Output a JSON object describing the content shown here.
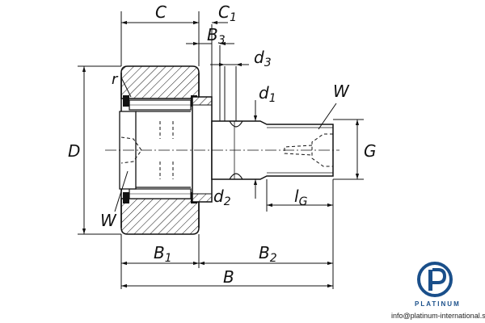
{
  "drawing": {
    "labels": {
      "C": "C",
      "C1": "C1",
      "B3": "B3",
      "d3": "d3",
      "d1": "d1",
      "r": "r",
      "W_top": "W",
      "W_bottom": "W",
      "D": "D",
      "G": "G",
      "d2": "d2",
      "lG": "lG",
      "B1": "B1",
      "B2": "B2",
      "B": "B"
    }
  },
  "logo": {
    "word": "PLATINUM",
    "url": "info@platinum-international.store",
    "icon": "platinum-p-logo-icon",
    "colors": {
      "ring": "#1a4f8a",
      "word": "#1a4f8a"
    }
  },
  "colors": {
    "line": "#111111",
    "hatch": "#111111",
    "background": "#ffffff"
  }
}
